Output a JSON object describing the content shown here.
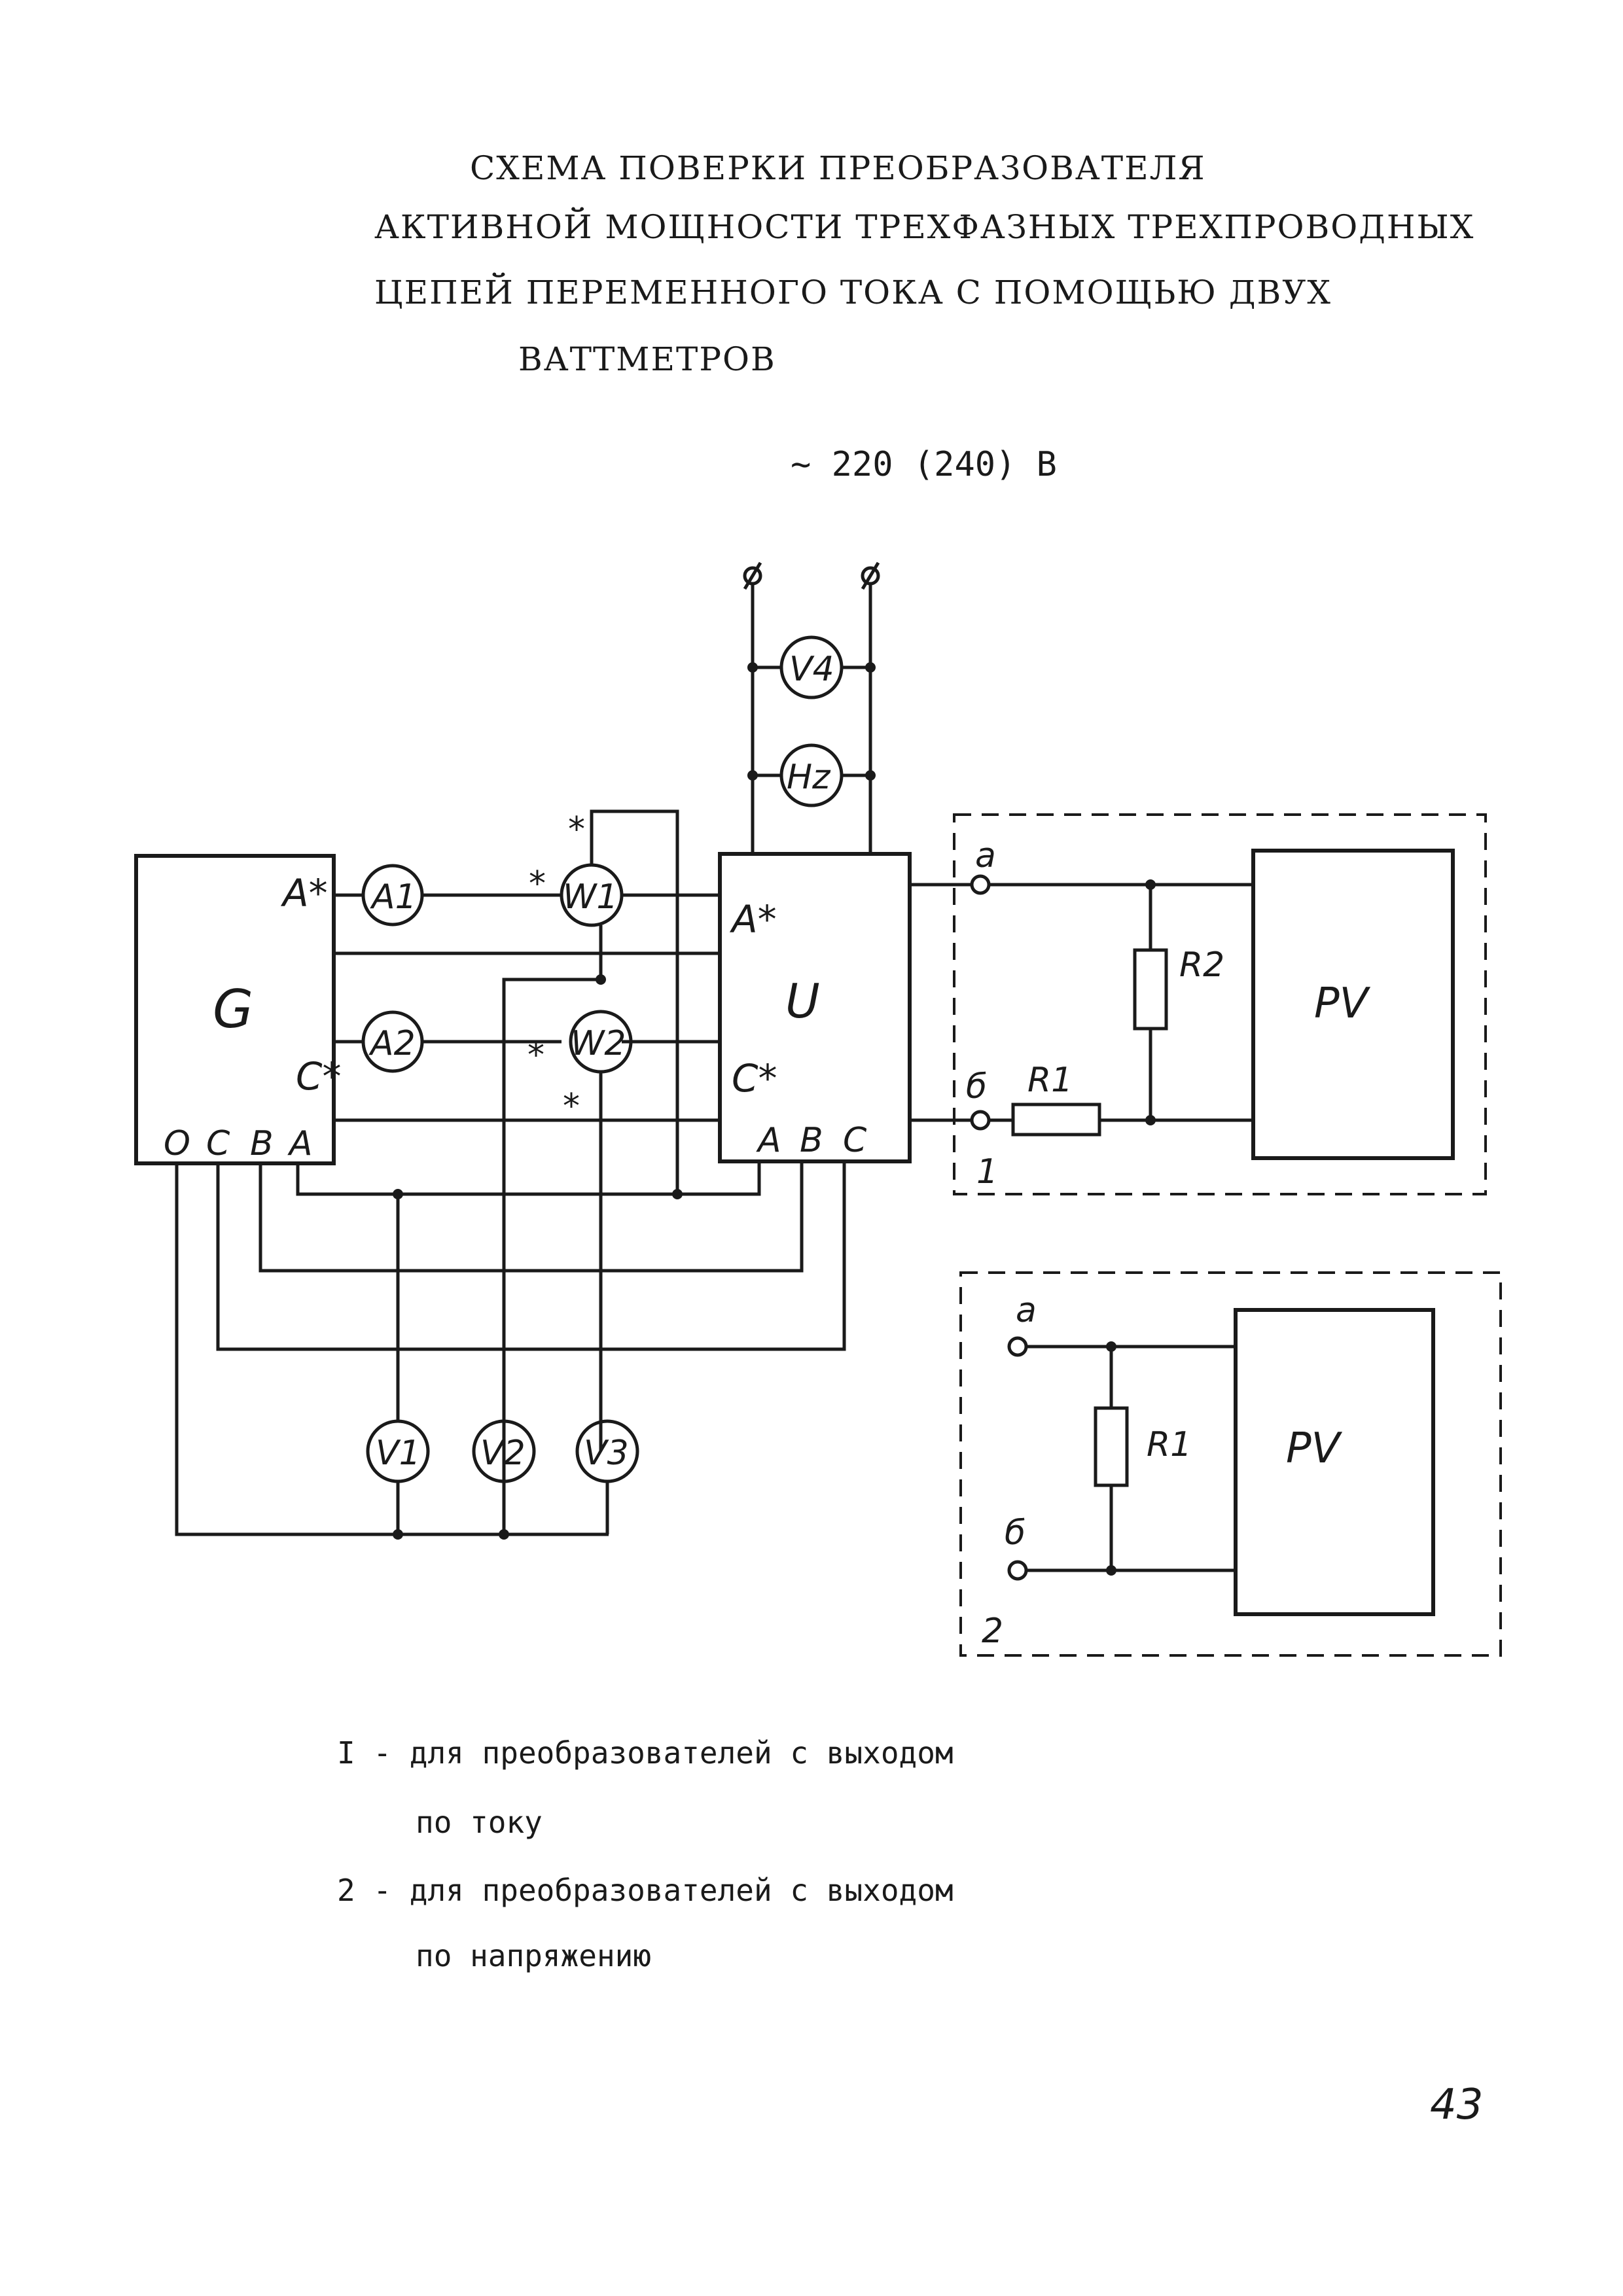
{
  "title": {
    "lines": [
      "СХЕМА ПОВЕРКИ ПРЕОБРАЗОВАТЕЛЯ",
      "АКТИВНОЙ МОЩНОСТИ ТРЕХФАЗНЫХ ТРЕХПРОВОДНЫХ",
      "ЦЕПЕЙ ПЕРЕМЕННОГО ТОКА С ПОМОЩЬЮ ДВУХ",
      "ВАТТМЕТРОВ"
    ]
  },
  "supply_label": "~ 220 (240) В",
  "diagram": {
    "generator": {
      "label": "G",
      "terminal_a_star": "A*",
      "terminal_c_star": "C*",
      "terminals": [
        "O",
        "C",
        "B",
        "A"
      ]
    },
    "converter": {
      "label": "U",
      "terminal_a_star": "A*",
      "terminal_c_star": "C*",
      "terminals": [
        "A",
        "B",
        "C"
      ]
    },
    "meters": {
      "a1": "A1",
      "a2": "A2",
      "w1": "W1",
      "w2": "W2",
      "v1": "V1",
      "v2": "V2",
      "v3": "V3",
      "v4": "V4",
      "hz": "Hz"
    },
    "star": "*",
    "box1": {
      "term_a": "a",
      "term_b": "б",
      "r1": "R1",
      "r2": "R2",
      "pv": "PV",
      "number": "1"
    },
    "box2": {
      "term_a": "a",
      "term_b": "б",
      "r1": "R1",
      "pv": "PV",
      "number": "2"
    }
  },
  "legend": [
    {
      "line1": "I - для преобразователей с выходом",
      "line2": "по току"
    },
    {
      "line1": "2 - для преобразователей с выходом",
      "line2": "по напряжению"
    }
  ],
  "page_number": "43"
}
